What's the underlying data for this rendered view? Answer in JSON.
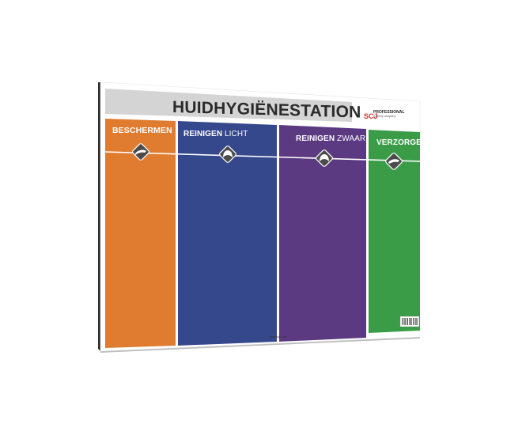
{
  "board": {
    "title": "HUIDHYGIËNESTATION",
    "brand": {
      "logo_text": "SCJ",
      "name": "PROFESSIONAL",
      "tagline": "A family company"
    },
    "footer_url": "www.scjp.com",
    "columns": [
      {
        "bold": "BESCHERMEN",
        "rest": "",
        "color": "#e07c30",
        "icon": "hand-protect-icon"
      },
      {
        "bold": "REINIGEN",
        "rest": " LICHT",
        "color": "#36488c",
        "icon": "hands-wash-light-icon"
      },
      {
        "bold": "REINIGEN",
        "rest": " ZWAAR",
        "color": "#5b3a82",
        "icon": "hands-wash-heavy-icon"
      },
      {
        "bold": "VERZORGEN",
        "rest": "",
        "color": "#3a9c47",
        "icon": "hand-care-icon"
      }
    ],
    "colors": {
      "header_band": "#d4d4d4",
      "panel_white": "#ffffff",
      "edge": "#2b2b2b",
      "icon_bg": "#4b4b4b",
      "brand_red": "#d42a2a"
    }
  }
}
